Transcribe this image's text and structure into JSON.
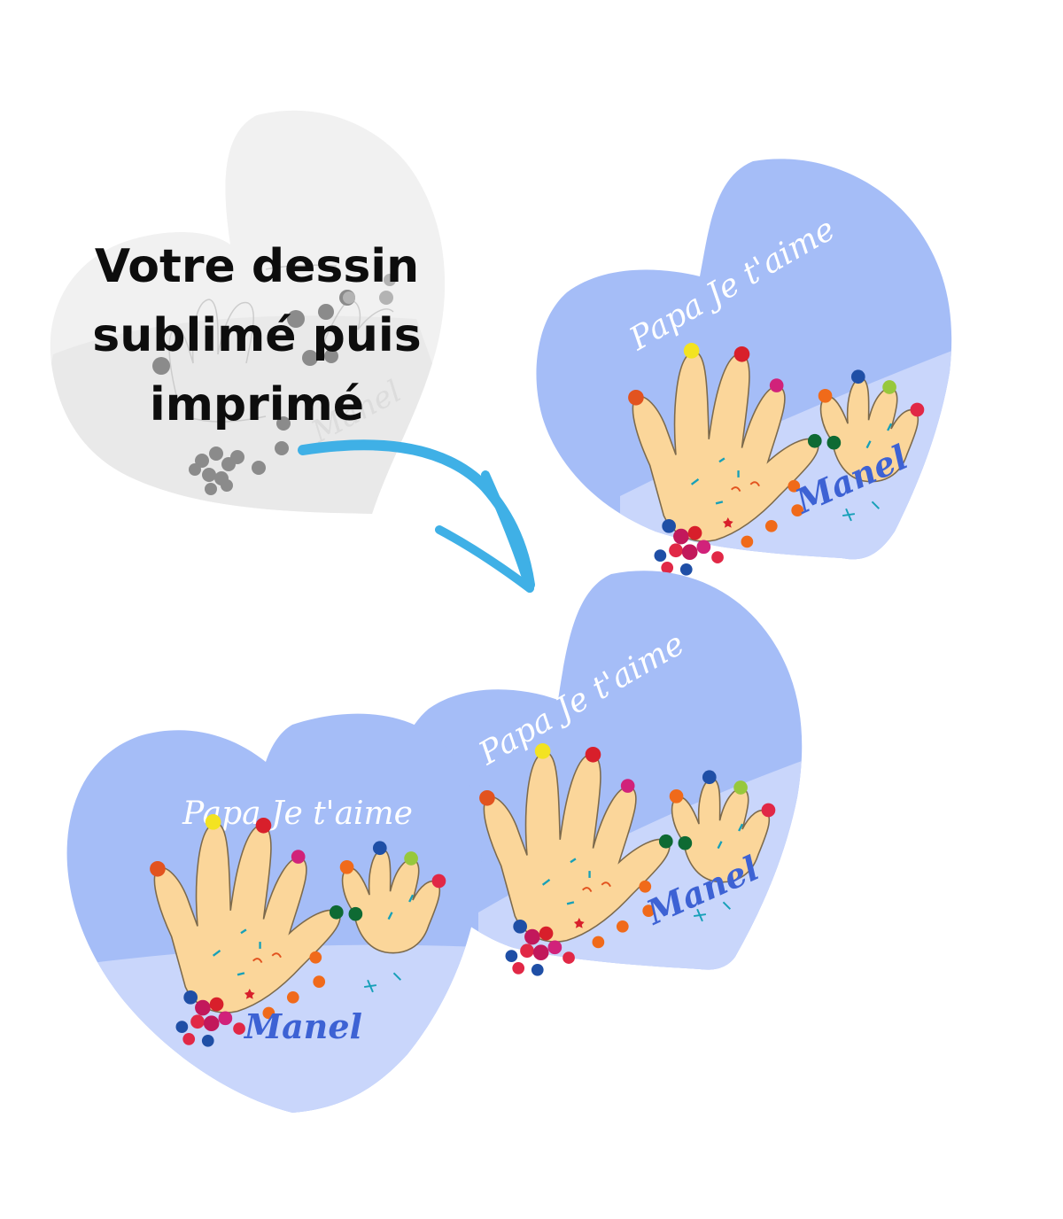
{
  "headline": {
    "line1": "Votre dessin",
    "line2": "sublimé puis",
    "line3": "imprimé"
  },
  "card": {
    "message": "Papa Je t'aime",
    "signature": "Manel"
  },
  "colors": {
    "card_top": "#a5bdf7",
    "card_bottom": "#c9d6fb",
    "sketch_bg": "#f1f1f1",
    "arrow": "#3fb0e6",
    "skin": "#fbd69a",
    "script_white": "#ffffff",
    "script_blue": "#3d62d4"
  },
  "icons": {
    "arrow": "curved-arrow-icon",
    "heart": "heart-shape"
  }
}
